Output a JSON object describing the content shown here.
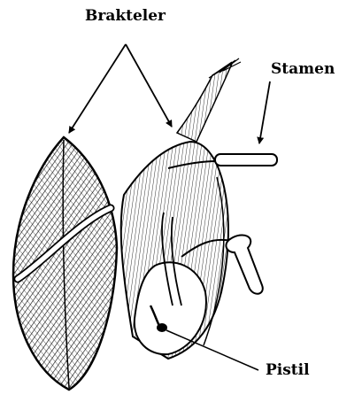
{
  "labels": {
    "brakteler": "Brakteler",
    "stamen": "Stamen",
    "pistil": "Pistil"
  },
  "colors": {
    "ink": "#000000",
    "paper": "#ffffff"
  }
}
